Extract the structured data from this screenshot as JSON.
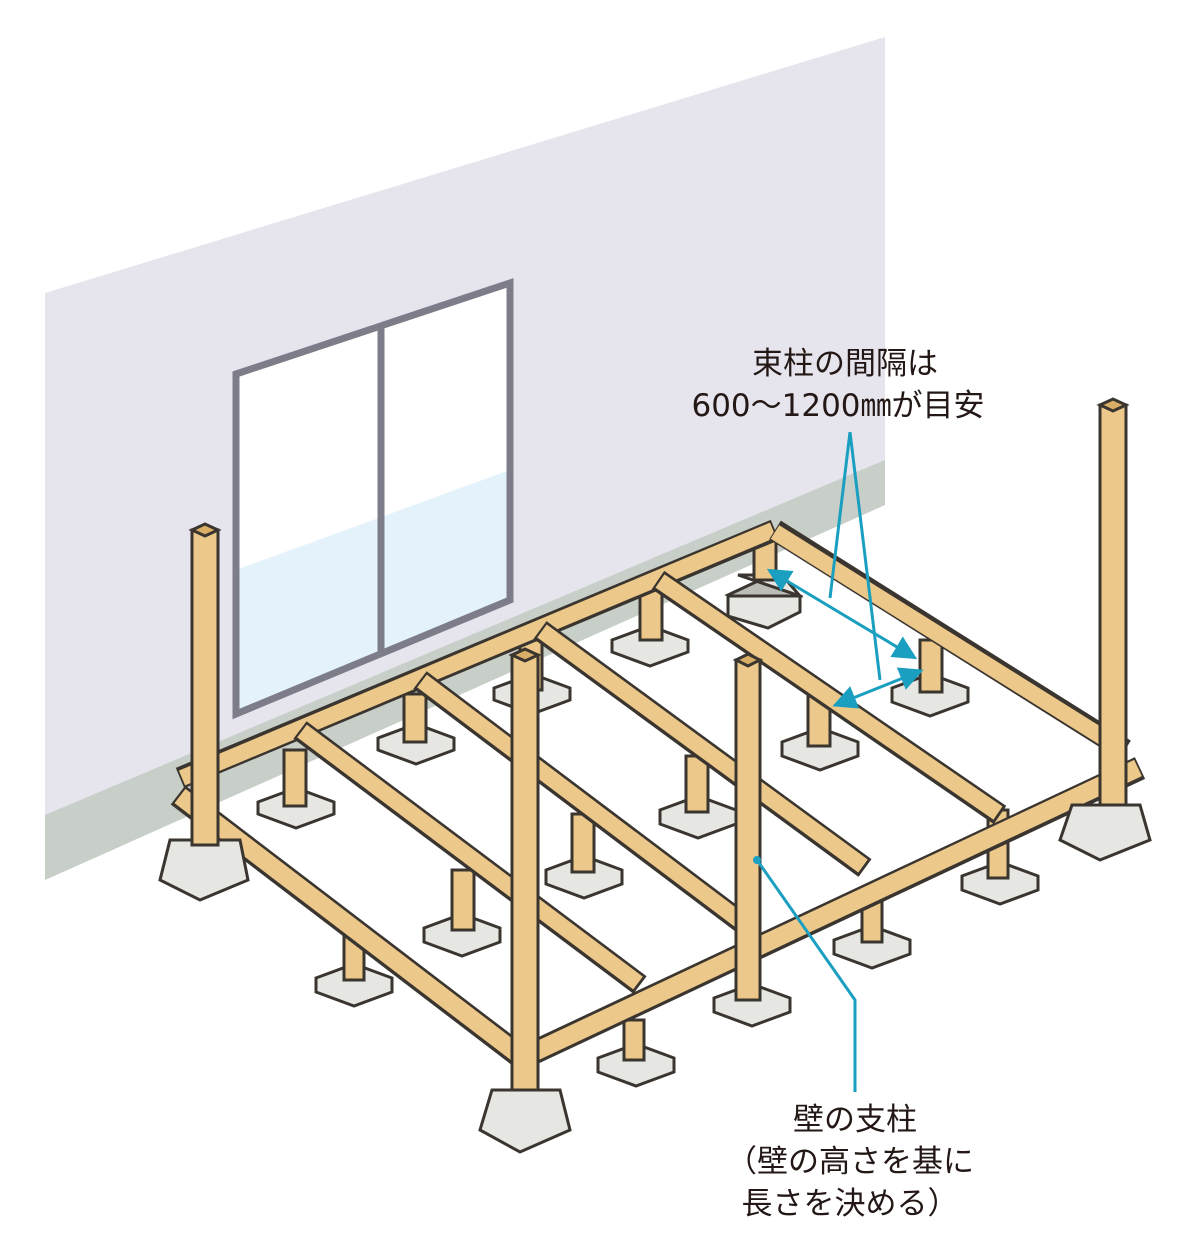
{
  "colors": {
    "wall": "#e6e4ec",
    "wall_base": "#c8cfc8",
    "window_frame": "#7d7d8a",
    "glass_lower": "#e3f2fb",
    "wood": "#ecc98a",
    "wood_shade": "#d9ae66",
    "concrete": "#e6e6e3",
    "callout": "#1a9fc0",
    "outline": "#3b3530"
  },
  "callouts": {
    "spacing": {
      "line1": "束柱の間隔は",
      "line2": "600〜1200㎜が目安"
    },
    "wall_post": {
      "line1": "壁の支柱",
      "line2": "（壁の高さを基に",
      "line3": "長さを決める）"
    }
  }
}
